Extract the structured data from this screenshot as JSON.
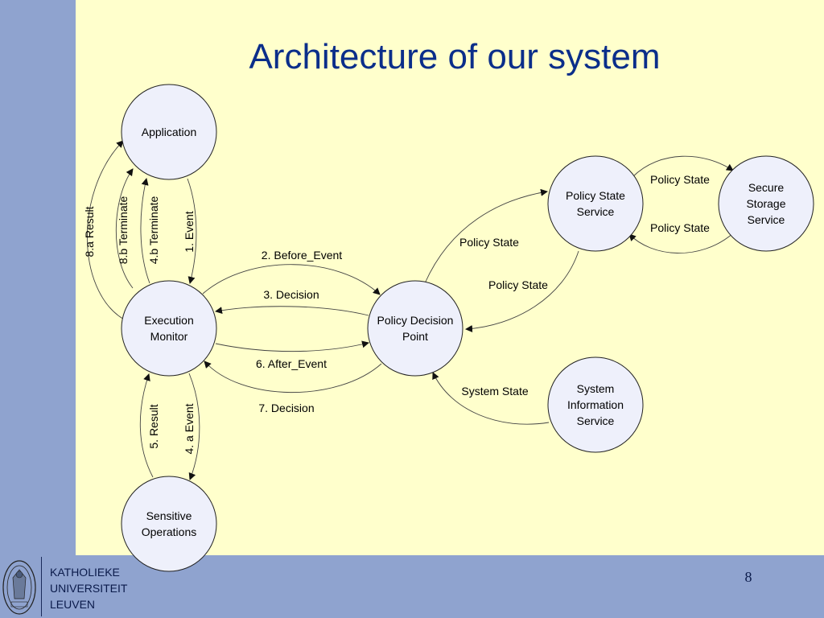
{
  "slide": {
    "title": "Architecture of our system",
    "page_number": "8"
  },
  "footer": {
    "university_lines": [
      "KATHOLIEKE",
      "UNIVERSITEIT",
      "LEUVEN"
    ]
  },
  "nodes": {
    "application": [
      "Application"
    ],
    "execution_monitor": [
      "Execution",
      "Monitor"
    ],
    "sensitive_operations": [
      "Sensitive",
      "Operations"
    ],
    "policy_decision_point": [
      "Policy Decision",
      "Point"
    ],
    "policy_state_service": [
      "Policy State",
      "Service"
    ],
    "secure_storage_service": [
      "Secure",
      "Storage",
      "Service"
    ],
    "system_information_service": [
      "System",
      "Information",
      "Service"
    ]
  },
  "edge_labels": {
    "result_8a": "8.a Result",
    "terminate_8b": "8.b Terminate",
    "terminate_4b": "4.b Terminate",
    "event_1": "1. Event",
    "before_event_2": "2. Before_Event",
    "decision_3": "3. Decision",
    "after_event_6": "6. After_Event",
    "decision_7": "7. Decision",
    "result_5": "5. Result",
    "event_4a": "4. a Event",
    "policy_state_pdp_to_pss": "Policy State",
    "policy_state_pss_to_pdp": "Policy State",
    "policy_state_pss_to_sss": "Policy State",
    "policy_state_sss_to_pss": "Policy State",
    "system_state": "System State"
  },
  "colors": {
    "background": "#ffffcc",
    "sidebar": "#8fa3cf",
    "title": "#0b2e8a",
    "node_fill": "#eef0fb"
  }
}
